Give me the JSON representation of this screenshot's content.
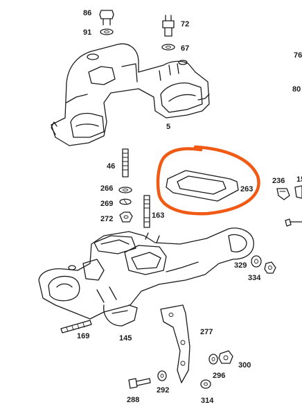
{
  "labels": {
    "86": "86",
    "91": "91",
    "72": "72",
    "67": "67",
    "76": "76",
    "80": "80",
    "5": "5",
    "46": "46",
    "266": "266",
    "269": "269",
    "272": "272",
    "163": "163",
    "263": "263",
    "236": "236",
    "15": "15",
    "329": "329",
    "334": "334",
    "169": "169",
    "145": "145",
    "277": "277",
    "300": "300",
    "296": "296",
    "288": "288",
    "292": "292",
    "314": "314"
  },
  "colors": {
    "ink": "#1a1a1a",
    "highlight": "#f05a14",
    "background": "#ffffff"
  }
}
